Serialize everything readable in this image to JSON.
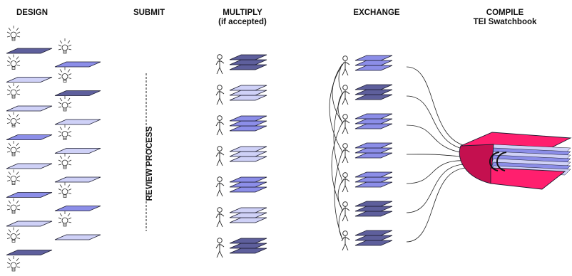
{
  "headers": {
    "design": "DESIGN",
    "submit": "SUBMIT",
    "multiply": "MULTIPLY",
    "multiply_sub": "(if accepted)",
    "exchange": "EXCHANGE",
    "compile": "COMPILE",
    "compile_sub": "TEI Swatchbook"
  },
  "review_label": "REVIEW PROCESS",
  "colors": {
    "dark": "#5e5f9c",
    "medium": "#8c8ee8",
    "light": "#cfd1f7",
    "outline": "#1a1a2e",
    "binder": "#ff1f6e",
    "binder_dark": "#c4104f"
  },
  "design_swatches": {
    "col1": [
      "dark",
      "light",
      "light",
      "medium",
      "light",
      "medium",
      "light",
      "dark",
      "dark"
    ],
    "col2": [
      "medium",
      "dark",
      "light",
      "light",
      "light",
      "medium",
      "light"
    ]
  },
  "multiply_stacks": [
    "dark",
    "light",
    "medium",
    "light",
    "medium",
    "light",
    "dark"
  ],
  "exchange_stacks": [
    "medium",
    "dark",
    "medium",
    "medium",
    "medium",
    "dark",
    "dark"
  ]
}
